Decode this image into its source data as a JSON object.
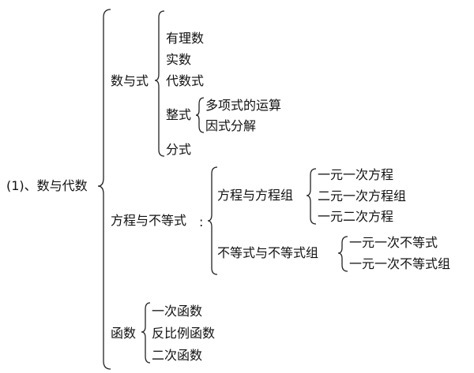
{
  "root": "(1)、数与代数",
  "branches": {
    "shu_yu_shi": {
      "label": "数与式",
      "items": [
        "有理数",
        "实数",
        "代数式",
        "整式",
        "分式"
      ],
      "zhengshi_items": [
        "多项式的运算",
        "因式分解"
      ]
    },
    "fangcheng": {
      "label": "方程与不等式",
      "fangcheng_zu": {
        "label": "方程与方程组",
        "items": [
          "一元一次方程",
          "二元一次方程组",
          "一元二次方程"
        ]
      },
      "budengshi_zu": {
        "label": "不等式与不等式组",
        "items": [
          "一元一次不等式",
          "一元一次不等式组"
        ]
      }
    },
    "hanshu": {
      "label": "函数",
      "items": [
        "一次函数",
        "反比例函数",
        "二次函数"
      ]
    }
  }
}
